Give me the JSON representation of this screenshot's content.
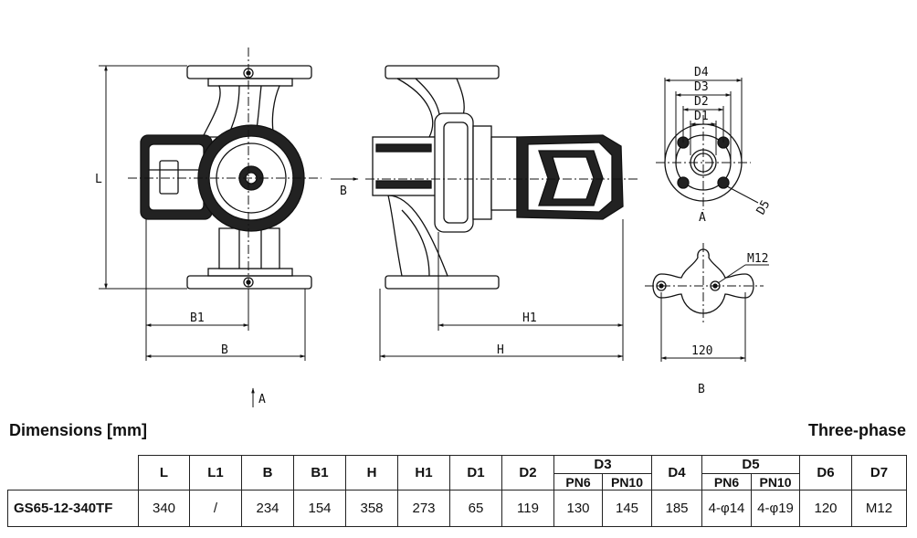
{
  "drawing": {
    "labels": {
      "L": "L",
      "B1": "B1",
      "B": "B",
      "H1": "H1",
      "H": "H",
      "B_arrow": "B",
      "A_arrow": "A",
      "D4": "D4",
      "D3": "D3",
      "D2": "D2",
      "D1": "D1",
      "D5": "D5",
      "view_A": "A",
      "M12": "M12",
      "dim_120": "120",
      "view_B": "B"
    }
  },
  "title": "Dimensions [mm]",
  "phase": "Three-phase",
  "table": {
    "headers": [
      "L",
      "L1",
      "B",
      "B1",
      "H",
      "H1",
      "D1",
      "D2",
      "D3",
      "D4",
      "D5",
      "D6",
      "D7"
    ],
    "d3_sub": [
      "PN6",
      "PN10"
    ],
    "d5_sub": [
      "PN6",
      "PN10"
    ],
    "row": {
      "model": "GS65-12-340TF",
      "L": "340",
      "L1": "/",
      "B": "234",
      "B1": "154",
      "H": "358",
      "H1": "273",
      "D1": "65",
      "D2": "119",
      "D3_PN6": "130",
      "D3_PN10": "145",
      "D4": "185",
      "D5_PN6": "4-φ14",
      "D5_PN10": "4-φ19",
      "D6": "120",
      "D7": "M12"
    }
  }
}
